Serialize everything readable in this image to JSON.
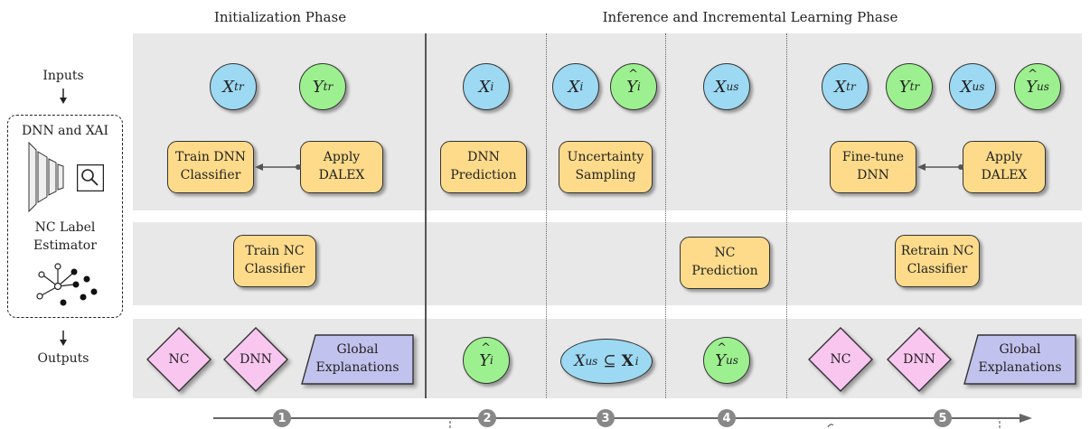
{
  "phases": {
    "initialization": "Initialization Phase",
    "inference": "Inference and Incremental Learning Phase"
  },
  "sidebar": {
    "inputs": "Inputs",
    "dnn_xai": "DNN and XAI",
    "nc_label_1": "NC Label",
    "nc_label_2": "Estimator",
    "outputs": "Outputs"
  },
  "row_inputs": {
    "xtr": {
      "base": "X",
      "sub": "tr"
    },
    "ytr": {
      "base": "Y",
      "sub": "tr"
    },
    "xi": {
      "base": "X",
      "sub": "i"
    },
    "xi2": {
      "base": "X",
      "sub": "i"
    },
    "yhat_i": {
      "base": "Y",
      "sub": "i"
    },
    "xus": {
      "base": "X",
      "sub": "us"
    },
    "xtr2": {
      "base": "X",
      "sub": "tr"
    },
    "ytr2": {
      "base": "Y",
      "sub": "tr"
    },
    "xus2": {
      "base": "X",
      "sub": "us"
    },
    "yhat_us": {
      "base": "Y",
      "sub": "us"
    }
  },
  "row_dnn": {
    "train_dnn_1": "Train DNN",
    "train_dnn_2": "Classifier",
    "apply_1": "Apply",
    "apply_2": "DALEX",
    "dnn_pred_1": "DNN",
    "dnn_pred_2": "Prediction",
    "unc_1": "Uncertainty",
    "unc_2": "Sampling",
    "finetune_1": "Fine-tune",
    "finetune_2": "DNN",
    "apply2_1": "Apply",
    "apply2_2": "DALEX"
  },
  "row_nc": {
    "train_nc_1": "Train NC",
    "train_nc_2": "Classifier",
    "nc_pred_1": "NC",
    "nc_pred_2": "Prediction",
    "retrain_1": "Retrain NC",
    "retrain_2": "Classifier"
  },
  "row_outputs": {
    "nc": "NC",
    "dnn": "DNN",
    "global_1": "Global",
    "global_2": "Explanations",
    "yhat_i": {
      "base": "Y",
      "sub": "i"
    },
    "xus_subset": {
      "base": "X",
      "sub": "us",
      "op": "⊆",
      "set": "X",
      "set_sub": "i"
    },
    "yhat_us": {
      "base": "Y",
      "sub": "us"
    },
    "nc2": "NC",
    "dnn2": "DNN",
    "global2_1": "Global",
    "global2_2": "Explanations"
  },
  "steps": [
    "1",
    "2",
    "3",
    "4",
    "5"
  ],
  "colors": {
    "band": "#e8e8e8",
    "blue": "#9dd9f3",
    "green": "#9df08f",
    "orange": "#fddb8a",
    "pink": "#f9c6f0",
    "purple": "#c2c2ee",
    "step": "#888888"
  },
  "icons": [
    "magnifier-icon",
    "network-layers-icon",
    "graph-nodes-icon",
    "down-arrow-icon",
    "timeline-arrow-icon"
  ]
}
